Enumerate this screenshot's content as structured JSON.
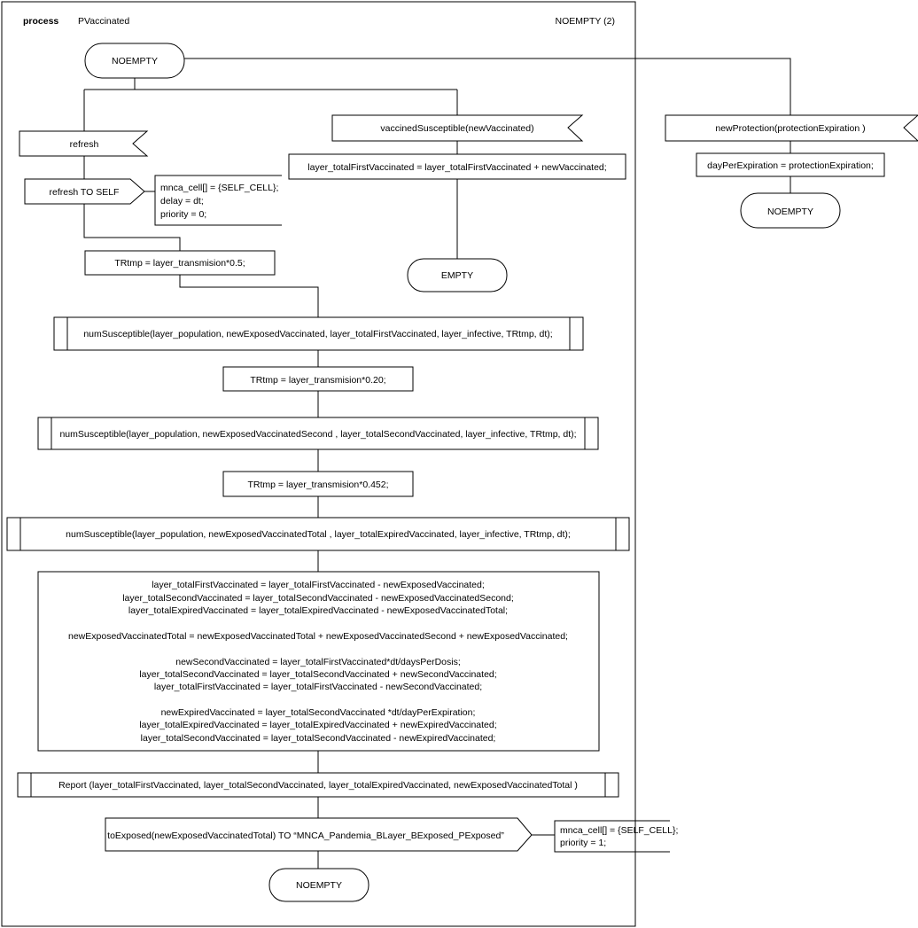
{
  "header": {
    "keyword": "process",
    "name": "PVaccinated",
    "page_ref": "NOEMPTY (2)"
  },
  "states": {
    "start": "NOEMPTY",
    "empty": "EMPTY",
    "right_end": "NOEMPTY",
    "bottom_end": "NOEMPTY"
  },
  "inputs": {
    "refresh": "refresh",
    "vaccined_susceptible": "vaccinedSusceptible(newVaccinated)",
    "new_protection": "newProtection(protectionExpiration )"
  },
  "outputs": {
    "refresh_to_self": "refresh TO SELF",
    "to_exposed": "toExposed(newExposedVaccinatedTotal) TO “MNCA_Pandemia_BLayer_BExposed_PExposed”"
  },
  "comments": {
    "refresh_self": [
      "mnca_cell[] = {SELF_CELL};",
      "delay = dt;",
      "priority = 0;"
    ],
    "to_exposed": [
      "mnca_cell[] = {SELF_CELL};",
      "priority = 1;"
    ]
  },
  "tasks": {
    "first_vaccinated": "layer_totalFirstVaccinated = layer_totalFirstVaccinated + newVaccinated;",
    "day_per_expiration": "dayPerExpiration = protectionExpiration;",
    "trtmp_1": "TRtmp  = layer_transmision*0.5;",
    "trtmp_2": "TRtmp  = layer_transmision*0.20;",
    "trtmp_3": "TRtmp  = layer_transmision*0.452;",
    "big_block": [
      "layer_totalFirstVaccinated = layer_totalFirstVaccinated - newExposedVaccinated;",
      "layer_totalSecondVaccinated = layer_totalSecondVaccinated - newExposedVaccinatedSecond;",
      "layer_totalExpiredVaccinated = layer_totalExpiredVaccinated - newExposedVaccinatedTotal;",
      "",
      "newExposedVaccinatedTotal = newExposedVaccinatedTotal + newExposedVaccinatedSecond  + newExposedVaccinated;",
      "",
      "newSecondVaccinated = layer_totalFirstVaccinated*dt/daysPerDosis;",
      "layer_totalSecondVaccinated = layer_totalSecondVaccinated + newSecondVaccinated;",
      "layer_totalFirstVaccinated = layer_totalFirstVaccinated - newSecondVaccinated;",
      "",
      "newExpiredVaccinated = layer_totalSecondVaccinated *dt/dayPerExpiration;",
      "layer_totalExpiredVaccinated = layer_totalExpiredVaccinated + newExpiredVaccinated;",
      "layer_totalSecondVaccinated = layer_totalSecondVaccinated - newExpiredVaccinated;"
    ]
  },
  "procedures": {
    "num_susceptible_1": "numSusceptible(layer_population, newExposedVaccinated, layer_totalFirstVaccinated, layer_infective, TRtmp, dt);",
    "num_susceptible_2": "numSusceptible(layer_population, newExposedVaccinatedSecond , layer_totalSecondVaccinated, layer_infective, TRtmp, dt);",
    "num_susceptible_3": "numSusceptible(layer_population, newExposedVaccinatedTotal , layer_totalExpiredVaccinated, layer_infective, TRtmp, dt);",
    "report": "Report (layer_totalFirstVaccinated, layer_totalSecondVaccinated, layer_totalExpiredVaccinated, newExposedVaccinatedTotal )"
  }
}
